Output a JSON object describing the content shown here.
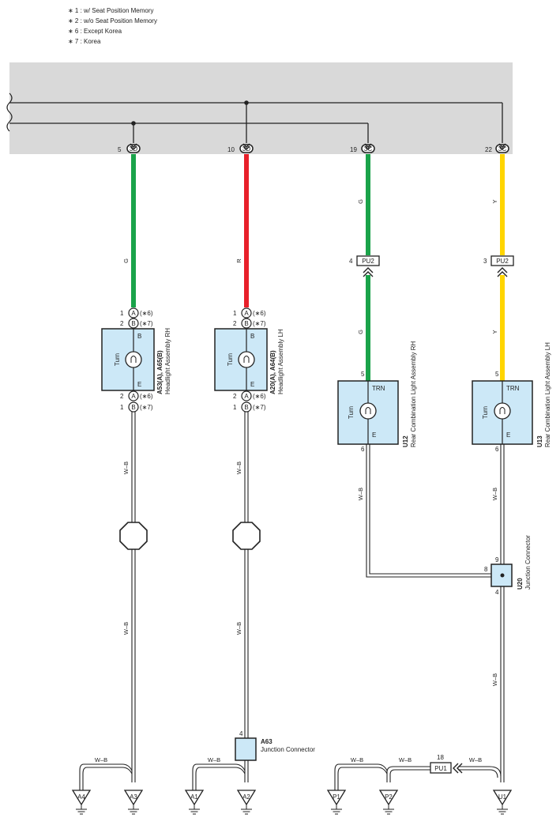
{
  "notes": [
    "∗ 1 : w/ Seat Position Memory",
    "∗ 2 : w/o Seat Position Memory",
    "∗ 6 : Except Korea",
    "∗ 7 : Korea"
  ],
  "colors": {
    "green": "#1aa34a",
    "red": "#e8202a",
    "yellow": "#ffd500",
    "box": "#cce8f7",
    "panel": "#d9d9d9"
  },
  "top_pins": [
    {
      "pin": "5",
      "conn": "3D"
    },
    {
      "pin": "10",
      "conn": "3D"
    },
    {
      "pin": "19",
      "conn": "3C"
    },
    {
      "pin": "22",
      "conn": "3C"
    }
  ],
  "wire_labels": {
    "g": "G",
    "r": "R",
    "y": "Y",
    "wb": "W–B"
  },
  "inline_connectors": [
    {
      "pin": "4",
      "name": "PU2"
    },
    {
      "pin": "3",
      "name": "PU2"
    },
    {
      "pin": "18",
      "name": "PU1"
    }
  ],
  "headlights": [
    {
      "code_a": "A53(A), A65(B)",
      "name": "Headlight Assembly RH",
      "func": "Turn",
      "pin_b": "B",
      "pin_e": "E",
      "pins_top": [
        {
          "num": "1",
          "letter": "A",
          "note": "(∗6)"
        },
        {
          "num": "2",
          "letter": "B",
          "note": "(∗7)"
        }
      ],
      "pins_bot": [
        {
          "num": "2",
          "letter": "A",
          "note": "(∗6)"
        },
        {
          "num": "1",
          "letter": "B",
          "note": "(∗7)"
        }
      ]
    },
    {
      "code_a": "A20(A), A64(B)",
      "name": "Headlight Assembly LH",
      "func": "Turn",
      "pin_b": "B",
      "pin_e": "E",
      "pins_top": [
        {
          "num": "1",
          "letter": "A",
          "note": "(∗6)"
        },
        {
          "num": "2",
          "letter": "B",
          "note": "(∗7)"
        }
      ],
      "pins_bot": [
        {
          "num": "2",
          "letter": "A",
          "note": "(∗6)"
        },
        {
          "num": "1",
          "letter": "B",
          "note": "(∗7)"
        }
      ]
    }
  ],
  "rear_lights": [
    {
      "code": "U12",
      "name": "Rear Combination Light Assembly RH",
      "func": "Turn",
      "pin_b": "TRN",
      "pin_e": "E",
      "pin_in": "5",
      "pin_out": "6"
    },
    {
      "code": "U13",
      "name": "Rear Combination Light Assembly LH",
      "func": "Turn",
      "pin_b": "TRN",
      "pin_e": "E",
      "pin_in": "5",
      "pin_out": "6"
    }
  ],
  "junctions": [
    {
      "code": "U20",
      "name": "Junction Connector",
      "pin_top": "9",
      "pin_left": "8",
      "pin_bot": "4"
    },
    {
      "code": "A63",
      "name": "Junction Connector",
      "pin_top": "4"
    }
  ],
  "grounds": [
    "A4",
    "A3",
    "A1",
    "A2",
    "P1",
    "P2",
    "U1"
  ]
}
